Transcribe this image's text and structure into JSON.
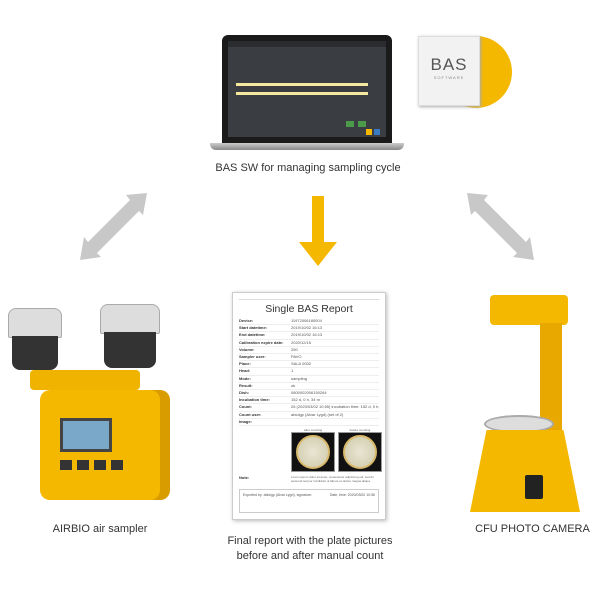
{
  "captions": {
    "software": "BAS SW for managing sampling cycle",
    "sampler": "AIRBIO air sampler",
    "camera": "CFU PHOTO CAMERA",
    "report_line1": "Final report with the plate pictures",
    "report_line2": "before and after manual count"
  },
  "cd_case": {
    "logo": "BAS",
    "subtitle": "SOFTWARE"
  },
  "report": {
    "title": "Single BAS Report",
    "rows": [
      {
        "k": "Device:",
        "v": "11972006180004"
      },
      {
        "k": "Start datetime:",
        "v": "2019/10/02 16:13"
      },
      {
        "k": "End datetime:",
        "v": "2019/10/02 16:13"
      },
      {
        "k": "Calibration expire date:",
        "v": "2020/12/15"
      },
      {
        "k": "Volume:",
        "v": "250"
      },
      {
        "k": "Sampler user:",
        "v": "PAVO"
      },
      {
        "k": "Place:",
        "v": "SALA 0002"
      },
      {
        "k": "Head:",
        "v": "1"
      },
      {
        "k": "Mode:",
        "v": "sampling"
      },
      {
        "k": "Result:",
        "v": "ok"
      },
      {
        "k": "Dish:",
        "v": "0800002006150264"
      },
      {
        "k": "Incubation time:",
        "v": "152 d, 0 h, 34 m"
      },
      {
        "k": "Count:",
        "v": "26 (2020/03/02 10:55) incubation time: 152 d, 0 h, 34 m"
      },
      {
        "k": "Count user:",
        "v": "abiolgp (Alvar Lygd) (set of 2)"
      },
      {
        "k": "Image:",
        "v": ""
      }
    ],
    "plate_after": "after counting",
    "plate_before": "before counting",
    "note_label": "Note:",
    "note_text": "Lorem ipsum dolor sit amet, consectetur adipiscing elit, sed do eiusmod tempor incididunt ut labore et dolore magna aliqua.",
    "exported_by": "Exported by: abiolgp (Alvar Lygd), signature:",
    "date": "Date, time: 2020/03/02 10:56"
  },
  "colors": {
    "accent": "#f5b800",
    "arrow_gray": "#c8c8c8",
    "arrow_yellow": "#f5b800"
  }
}
